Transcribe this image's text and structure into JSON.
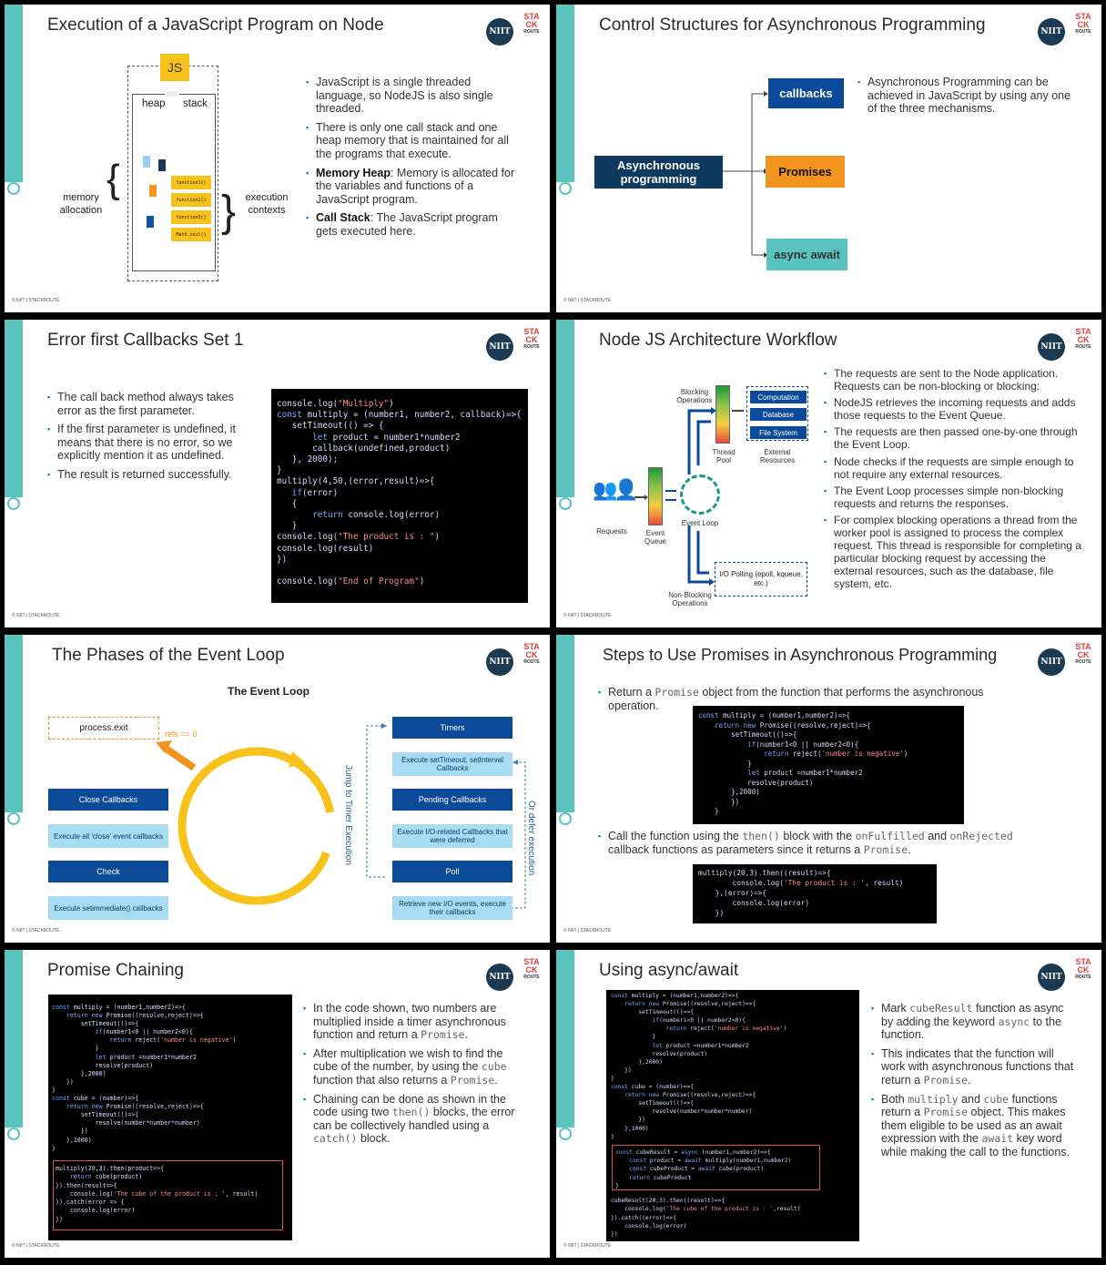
{
  "slides": [
    {
      "title": "Execution of a JavaScript Program on Node",
      "footer": "© NIIT | STACKROUTE",
      "diagram": {
        "js": "JS",
        "heap": "heap",
        "stack": "stack",
        "memory_allocation": "memory allocation",
        "execution_contexts": "execution contexts",
        "stack_frames": [
          "function1()",
          "function2()",
          "function3()",
          "Math.ceil()"
        ]
      },
      "bullets": [
        {
          "bold": "",
          "text": "JavaScript is a single threaded language, so NodeJS is also single threaded."
        },
        {
          "bold": "",
          "text": "There is only one call stack and one heap memory that is maintained for all the programs that execute."
        },
        {
          "bold": "Memory Heap",
          "text": ": Memory is allocated for the variables and functions of a JavaScript program."
        },
        {
          "bold": "Call Stack",
          "text": ": The JavaScript program gets executed here."
        }
      ]
    },
    {
      "title": "Control Structures for Asynchronous Programming",
      "footer": "© NIIT | STACKROUTE",
      "diagram": {
        "source": "Asynchronous programming",
        "callbacks": "callbacks",
        "promises": "Promises",
        "async_await": "async await"
      },
      "bullets": [
        {
          "bold": "",
          "text": "Asynchronous Programming can be achieved in JavaScript by using any one of the three mechanisms."
        }
      ]
    },
    {
      "title": "Error first Callbacks Set 1",
      "footer": "© NIIT | STACKROUTE",
      "bullets": [
        {
          "bold": "",
          "text": "The call back method always takes error as the first parameter."
        },
        {
          "bold": "",
          "text": "If the first parameter is undefined, it means that there is no error, so we explicitly mention it as undefined."
        },
        {
          "bold": "",
          "text": "The result is returned successfully."
        }
      ],
      "code": [
        "console.log(\"Multiply\")",
        "const multiply = (number1, number2, callback)=>{",
        "   setTimeout(() => {",
        "       let product = number1*number2",
        "       callback(undefined,product)",
        "   }, 2000);",
        "}",
        "multiply(4,50,(error,result)=>{",
        "   if(error)",
        "   {",
        "       return console.log(error)",
        "   }",
        "console.log(\"The product is : \")",
        "console.log(result)",
        "})",
        "",
        "console.log(\"End of Program\")"
      ]
    },
    {
      "title": "Node JS Architecture Workflow",
      "footer": "© NIIT | STACKROUTE",
      "diagram": {
        "blocking_ops": "Blocking Operations",
        "computation": "Computation",
        "database": "Database",
        "file_system": "File System",
        "thread_pool": "Thread Pool",
        "external_resources": "External Resources",
        "requests": "Requests",
        "event_queue": "Event Queue",
        "event_loop": "Event Loop",
        "io_polling": "I/O Polling (epoll, kqueue, etc.)",
        "non_blocking_ops": "Non-Blocking Operations"
      },
      "bullets": [
        {
          "bold": "",
          "text": "The requests are sent to the Node application. Requests can be non-blocking or blocking:"
        },
        {
          "bold": "",
          "text": "NodeJS retrieves the incoming requests and adds those requests to the Event Queue."
        },
        {
          "bold": "",
          "text": "The requests are then passed one-by-one through the Event Loop."
        },
        {
          "bold": "",
          "text": "Node checks if the requests are simple enough to not require any external resources."
        },
        {
          "bold": "",
          "text": "The Event Loop processes simple non-blocking requests and returns the responses."
        },
        {
          "bold": "",
          "text": "For complex blocking operations a thread from the worker pool is assigned to process the complex request. This thread is responsible for completing a particular blocking request by accessing the external resources, such as the database, file system, etc."
        }
      ]
    },
    {
      "title": "The Phases of the Event Loop",
      "footer": "© NIIT | STACKROUTE",
      "diagram": {
        "heading": "The Event Loop",
        "process_exit": "process.exit",
        "refs": "refs == 0",
        "close_callbacks": "Close Callbacks",
        "close_desc": "Execute all 'close' event callbacks",
        "check": "Check",
        "check_desc": "Execute setimmediate() callbacks",
        "timers": "Timers",
        "timers_desc": "Execute setTimeout, setInterval Callbacks",
        "pending": "Pending Callbacks",
        "pending_desc": "Execute I/O-related Callbacks that were deferred",
        "poll": "Poll",
        "poll_desc": "Retrieve new I/O events, execute their callbacks",
        "jump": "Jump to Timer Execution",
        "defer": "Or defer execution"
      }
    },
    {
      "title": "Steps to Use Promises in Asynchronous Programming",
      "footer": "© NIIT | STACKROUTE",
      "bullet1": {
        "pre": "Return a ",
        "m1": "Promise",
        "post": " object from the function that performs the asynchronous operation."
      },
      "bullet2": {
        "pre": "Call the function using the ",
        "m1": "then()",
        "mid1": " block with the ",
        "m2": "onFulfilled",
        "mid2": " and ",
        "m3": "onRejected",
        "mid3": " callback functions as parameters since it returns a ",
        "m4": "Promise",
        "post": "."
      },
      "code1": [
        "const multiply = (number1,number2)=>{",
        "    return new Promise((resolve,reject)=>{",
        "        setTimeout(()=>{",
        "            if(number1<0 || number2<0){",
        "                return reject('number is negative')",
        "            }",
        "            let product =number1*number2",
        "            resolve(product)",
        "        },2000)",
        "        })",
        "    }"
      ],
      "code2": [
        "multiply(20,3).then((result)=>{",
        "        console.log('The product is : ', result)",
        "    },(error)=>{",
        "        console.log(error)",
        "    })"
      ]
    },
    {
      "title": "Promise Chaining",
      "footer": "© NIIT | STACKROUTE",
      "code": [
        "const multiply = (number1,number2)=>{",
        "    return new Promise((resolve,reject)=>{",
        "        setTimeout(()=>{",
        "            if(number1<0 || number2<0){",
        "                return reject('number is negative')",
        "            }",
        "            let product =number1*number2",
        "            resolve(product)",
        "        },2000)",
        "    })",
        "}",
        "const cube = (number)=>{",
        "    return new Promise((resolve,reject)=>{",
        "        setTimeout(()=>{",
        "            resolve(number*number*number)",
        "        })",
        "    },1000)",
        "}"
      ],
      "code_hl": [
        "multiply(20,3).then(product=>{",
        "    return cube(product)",
        "}).then(result=>{",
        "    console.log('The cube of the product is : ', result)",
        "}).catch(error => {",
        "    console.log(error)",
        "})"
      ],
      "bullets": [
        {
          "segments": [
            {
              "t": "In the code shown, two numbers are multiplied inside a timer asynchronous function and return a "
            },
            {
              "m": "Promise"
            },
            {
              "t": "."
            }
          ]
        },
        {
          "segments": [
            {
              "t": "After multiplication we wish to find the cube of the number, by using the "
            },
            {
              "m": "cube"
            },
            {
              "t": " function that also returns a "
            },
            {
              "m": "Promise"
            },
            {
              "t": "."
            }
          ]
        },
        {
          "segments": [
            {
              "t": "Chaining can be done as shown in the code using two "
            },
            {
              "m": "then()"
            },
            {
              "t": " blocks, the error can be collectively handled using a "
            },
            {
              "m": "catch()"
            },
            {
              "t": " block."
            }
          ]
        }
      ]
    },
    {
      "title": "Using async/await",
      "footer": "© NIIT | STACKROUTE",
      "code": [
        "const multiply = (number1,number2)=>{",
        "    return new Promise((resolve,reject)=>{",
        "        setTimeout(()=>{",
        "            if(number1<0 || number2<0){",
        "                return reject('number is negative')",
        "            }",
        "            let product =number1*number2",
        "            resolve(product)",
        "        },2000)",
        "    })",
        "}",
        "const cube = (number)=>{",
        "    return new Promise((resolve,reject)=>{",
        "        setTimeout(()=>{",
        "            resolve(number*number*number)",
        "        })",
        "    },1000)",
        "}"
      ],
      "code_hl": [
        "const cubeResult = async (number1,number2)=>{",
        "    const product = await multiply(number1,number2)",
        "    const cubeProduct = await cube(product)",
        "    return cubeProduct",
        "}"
      ],
      "code_tail": [
        "cubeResult(20,3).then((result)=>{",
        "    console.log('The cube of the product is : ',result)",
        "}).catch((error)=>{",
        "    console.log(error)",
        "})"
      ],
      "bullets": [
        {
          "segments": [
            {
              "t": "Mark "
            },
            {
              "m": "cubeResult"
            },
            {
              "t": " function as async by adding the keyword "
            },
            {
              "m": "async"
            },
            {
              "t": " to the function."
            }
          ]
        },
        {
          "segments": [
            {
              "t": "This indicates that the function will work with asynchronous functions that return a "
            },
            {
              "m": "Promise"
            },
            {
              "t": "."
            }
          ]
        },
        {
          "segments": [
            {
              "t": "Both "
            },
            {
              "m": "multiply"
            },
            {
              "t": " and "
            },
            {
              "m": "cube"
            },
            {
              "t": " functions return a "
            },
            {
              "m": "Promise"
            },
            {
              "t": " object. This makes them eligible to be used as an await expression with the "
            },
            {
              "m": "await"
            },
            {
              "t": " key word while making the call to the functions."
            }
          ]
        }
      ]
    }
  ],
  "brand": {
    "niit": "NIIT",
    "sta": "STA",
    "ck": "CK",
    "route": "ROUTE"
  },
  "colors": {
    "accent": "#5ac3be",
    "dark_blue": "#0a4a99",
    "light_blue": "#a9dcf3",
    "orange": "#f39320",
    "teal_box": "#5ac3be",
    "navy": "#0f3a5f",
    "yellow": "#f7c21b"
  }
}
